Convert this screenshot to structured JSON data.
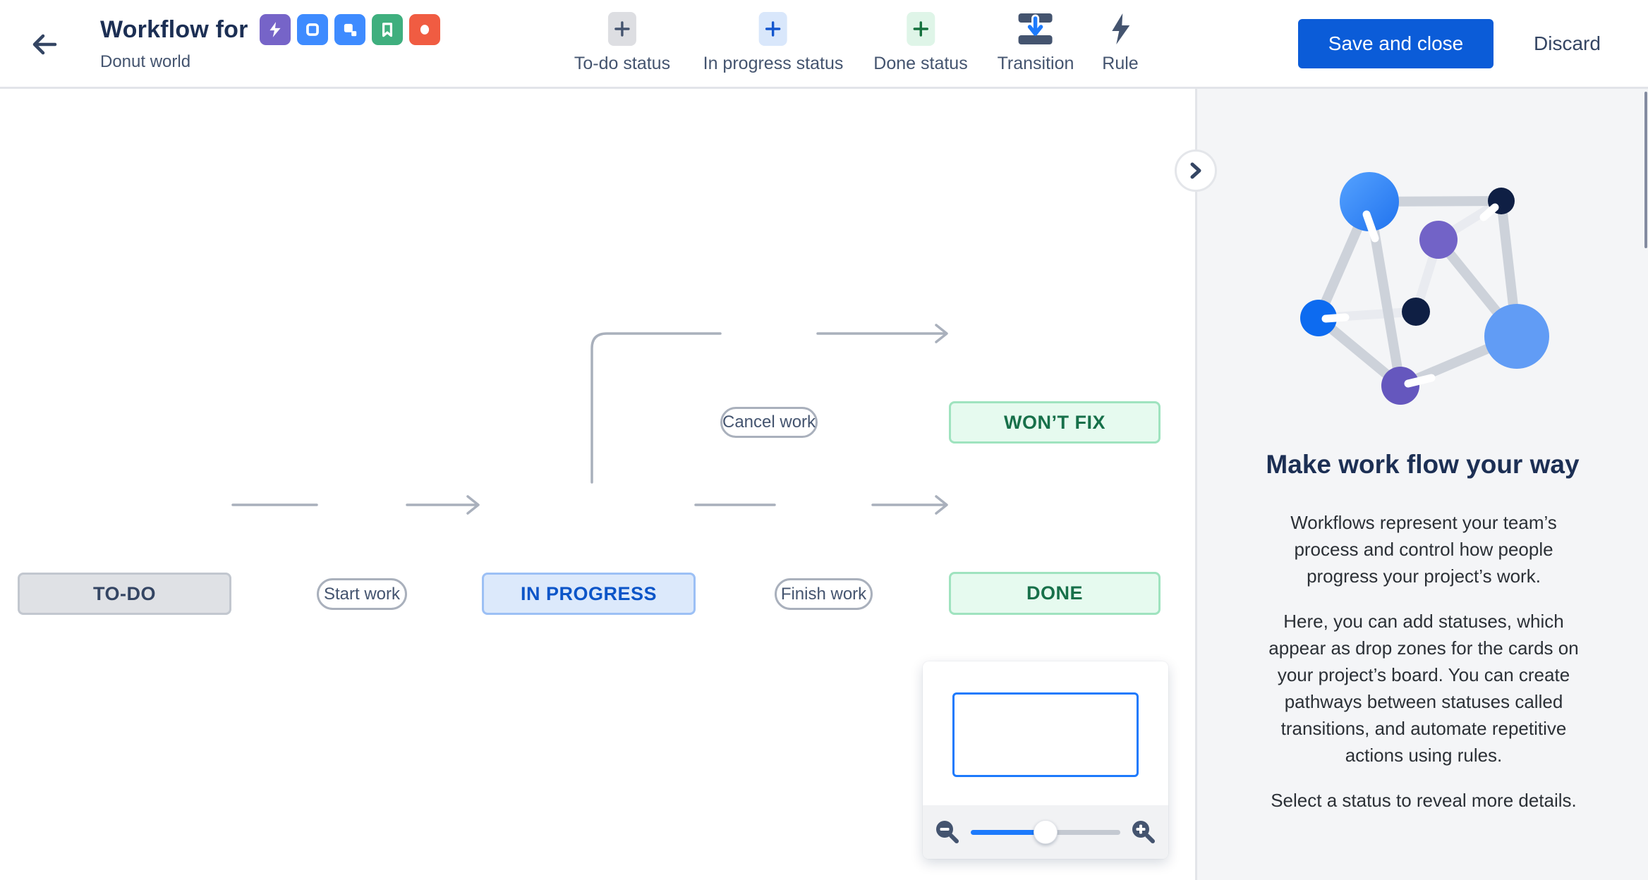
{
  "colors": {
    "primary_blue": "#0B5CD8",
    "transition_line": "#A9B0BC",
    "todo_bg": "#DFE1E5",
    "todo_text": "#344563",
    "inprogress_bg": "#DCE9FB",
    "inprogress_border": "#9CC0F5",
    "inprogress_text": "#0C55C8",
    "done_bg": "#E6FAEF",
    "done_border": "#9FE3BF",
    "done_text": "#17704A",
    "panel_bg": "#F4F5F7",
    "minimap_viewport_border": "#1D7AFC"
  },
  "header": {
    "title": "Workflow for",
    "subtitle": "Donut world",
    "issue_types": [
      {
        "name": "epic",
        "color": "#7664C8"
      },
      {
        "name": "task",
        "color": "#3E8BFF"
      },
      {
        "name": "subtask",
        "color": "#3E8BFF"
      },
      {
        "name": "story",
        "color": "#3FAF7E"
      },
      {
        "name": "bug",
        "color": "#F05C42"
      }
    ],
    "toolbar": [
      {
        "label": "To-do status"
      },
      {
        "label": "In progress status"
      },
      {
        "label": "Done status"
      },
      {
        "label": "Transition"
      },
      {
        "label": "Rule"
      }
    ],
    "save_label": "Save and close",
    "discard_label": "Discard"
  },
  "diagram": {
    "statuses": [
      {
        "label": "TO-DO",
        "category": "todo"
      },
      {
        "label": "IN PROGRESS",
        "category": "inprogress"
      },
      {
        "label": "WON’T FIX",
        "category": "done"
      },
      {
        "label": "DONE",
        "category": "done"
      }
    ],
    "transitions": [
      {
        "label": "Start work",
        "from": "TO-DO",
        "to": "IN PROGRESS"
      },
      {
        "label": "Cancel work",
        "from": "IN PROGRESS",
        "to": "WON’T FIX"
      },
      {
        "label": "Finish work",
        "from": "IN PROGRESS",
        "to": "DONE"
      }
    ]
  },
  "minimap": {
    "slider_position": 0.5
  },
  "sidebar": {
    "heading": "Make work flow your way",
    "paragraphs": [
      "Workflows represent your team’s process and control how people progress your project’s work.",
      "Here, you can add statuses, which appear as drop zones for the cards on your project’s board. You can create pathways between statuses called transitions, and automate repetitive actions using rules.",
      "Select a status to reveal more details."
    ]
  }
}
